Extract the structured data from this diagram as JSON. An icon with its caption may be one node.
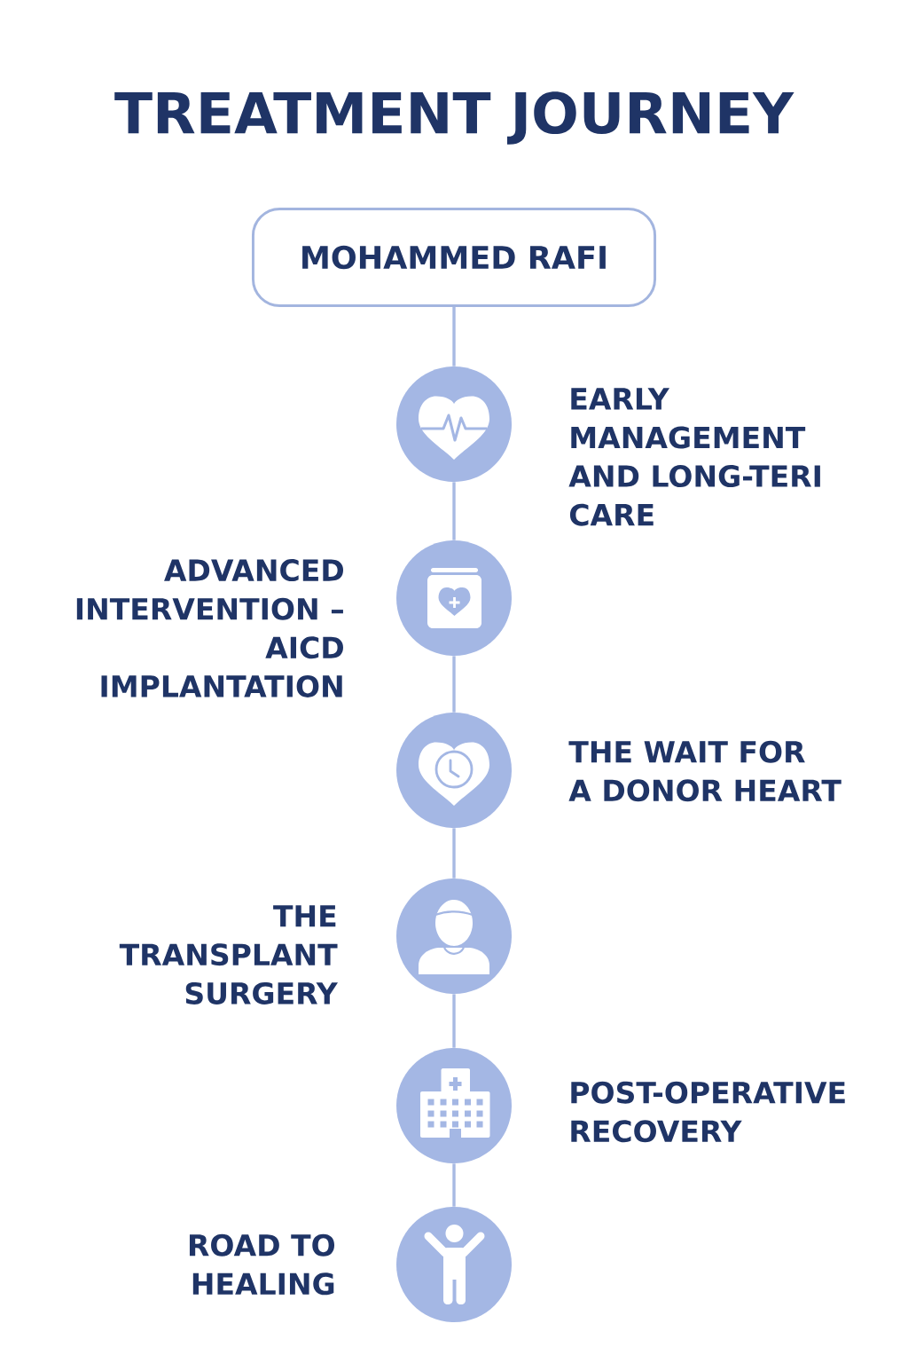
{
  "diagram": {
    "title": "TREATMENT JOURNEY",
    "nodes": [
      {
        "text": [
          "MOHAMMED RAFI"
        ]
      },
      {
        "text": [],
        "shape": "circle",
        "beside": [
          "EARLY MANAGEMENT AND LONG-TERI CARE"
        ]
      },
      {
        "text": [],
        "shape": "circle",
        "beside": [
          "ADVANCED INTERVENTION – AICD IMPLANTATION"
        ]
      },
      {
        "text": [],
        "shape": "circle",
        "beside": [
          "THE WAIT FOR A DONOR HEART"
        ]
      },
      {
        "text": [],
        "shape": "circle",
        "beside": [
          "THE TRANSPLANT SURGERY"
        ]
      },
      {
        "text": [],
        "shape": "circle",
        "beside": [
          "POST-OPERATIVE RECOVERY"
        ]
      },
      {
        "text": [],
        "shape": "circle",
        "beside": [
          "ROAD TO HEALING"
        ]
      }
    ],
    "edges": [
      {
        "from": 0,
        "to": 1,
        "arrow": "none"
      },
      {
        "from": 1,
        "to": 2,
        "arrow": "none"
      },
      {
        "from": 2,
        "to": 3,
        "arrow": "none"
      },
      {
        "from": 3,
        "to": 4,
        "arrow": "none"
      },
      {
        "from": 4,
        "to": 5,
        "arrow": "none"
      },
      {
        "from": 5,
        "to": 6,
        "arrow": "none"
      }
    ]
  }
}
